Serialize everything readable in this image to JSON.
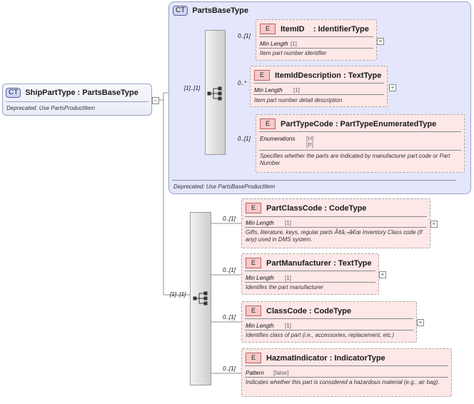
{
  "root": {
    "badge": "CT",
    "name": "ShipPartType",
    "type": "PartsBaseType",
    "description": "Deprecated. Use PartsProductItem"
  },
  "base": {
    "badge": "CT",
    "name": "PartsBaseType",
    "description": "Deprecated: Use PartsBaseProductItem",
    "cardinality": "[1]..[1]"
  },
  "extension_cardinality": "[1]..[1]",
  "base_elements": [
    {
      "badge": "E",
      "name": "ItemID",
      "type": "IdentifierType",
      "cardinality": "0..[1]",
      "facet_label": "Min Length",
      "facet_values": [
        "[1]"
      ],
      "description": "Item part number identifier"
    },
    {
      "badge": "E",
      "name": "ItemIdDescription",
      "type": "TextType",
      "cardinality": "0..*",
      "facet_label": "Min Length",
      "facet_values": [
        "[1]"
      ],
      "description": "Item part number detail description"
    },
    {
      "badge": "E",
      "name": "PartTypeCode",
      "type": "PartTypeEnumeratedType",
      "cardinality": "0..[1]",
      "facet_label": "Enumerations",
      "facet_values": [
        "[H]",
        "[P]"
      ],
      "description": "Specifies whether the parts are indicated by manufacturer part code or Part Number"
    }
  ],
  "ext_elements": [
    {
      "badge": "E",
      "name": "PartClassCode",
      "type": "CodeType",
      "cardinality": "0..[1]",
      "facet_label": "Min Length",
      "facet_values": [
        "[1]"
      ],
      "description": "Gifts, literature, keys, regular parts Ã¢â‚¬â€œ Inventory Class code (if any) used in DMS system."
    },
    {
      "badge": "E",
      "name": "PartManufacturer",
      "type": "TextType",
      "cardinality": "0..[1]",
      "facet_label": "Min Length",
      "facet_values": [
        "[1]"
      ],
      "description": "Identifes the part manufacturer"
    },
    {
      "badge": "E",
      "name": "ClassCode",
      "type": "CodeType",
      "cardinality": "0..[1]",
      "facet_label": "Min Length",
      "facet_values": [
        "[1]"
      ],
      "description": "Identifies class of part (i.e., accessories, replacement, etc.)"
    },
    {
      "badge": "E",
      "name": "HazmatIndicator",
      "type": "IndicatorType",
      "cardinality": "0..[1]",
      "facet_label": "Pattern",
      "facet_values": [
        "[false]"
      ],
      "description": "Indicates whether this part is considered a hazardous material (e.g., air bag)."
    }
  ]
}
